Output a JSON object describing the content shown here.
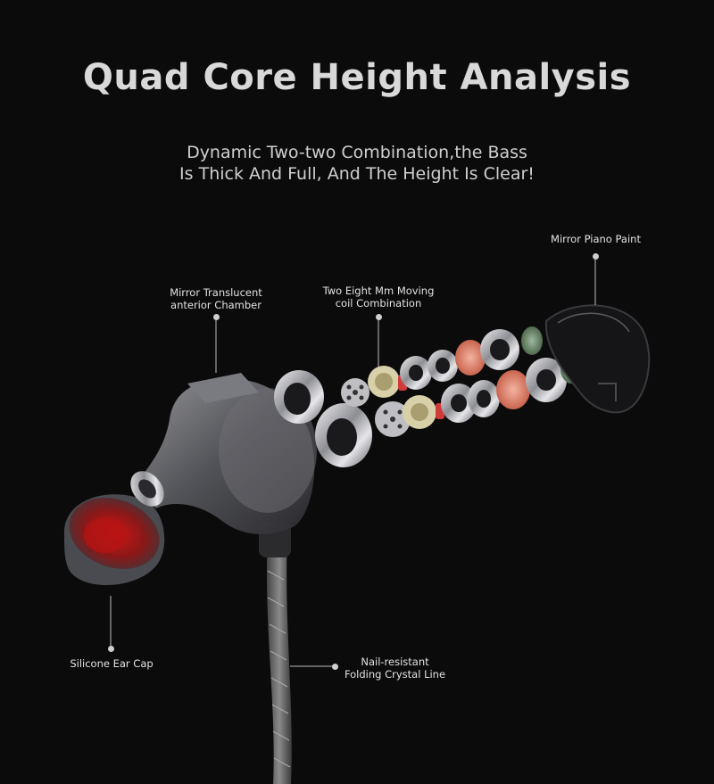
{
  "header": {
    "title": "Quad Core Height Analysis",
    "subtitle_line1": "Dynamic Two-two Combination,the Bass",
    "subtitle_line2": "Is Thick And Full, And The Height Is Clear!"
  },
  "callouts": {
    "mirror_piano_paint": "Mirror Piano Paint",
    "mirror_translucent_1": "Mirror Translucent",
    "mirror_translucent_2": "anterior Chamber",
    "moving_coil_1": "Two Eight Mm Moving",
    "moving_coil_2": "coil Combination",
    "ear_cap": "Silicone Ear Cap",
    "crystal_line_1": "Nail-resistant",
    "crystal_line_2": "Folding Crystal Line"
  },
  "colors": {
    "background": "#0b0b0c",
    "metal": "#c8c8cc",
    "copper": "#e0826a",
    "green_filter": "#6e8b6e",
    "ear_tip_red": "#c81a1a"
  }
}
